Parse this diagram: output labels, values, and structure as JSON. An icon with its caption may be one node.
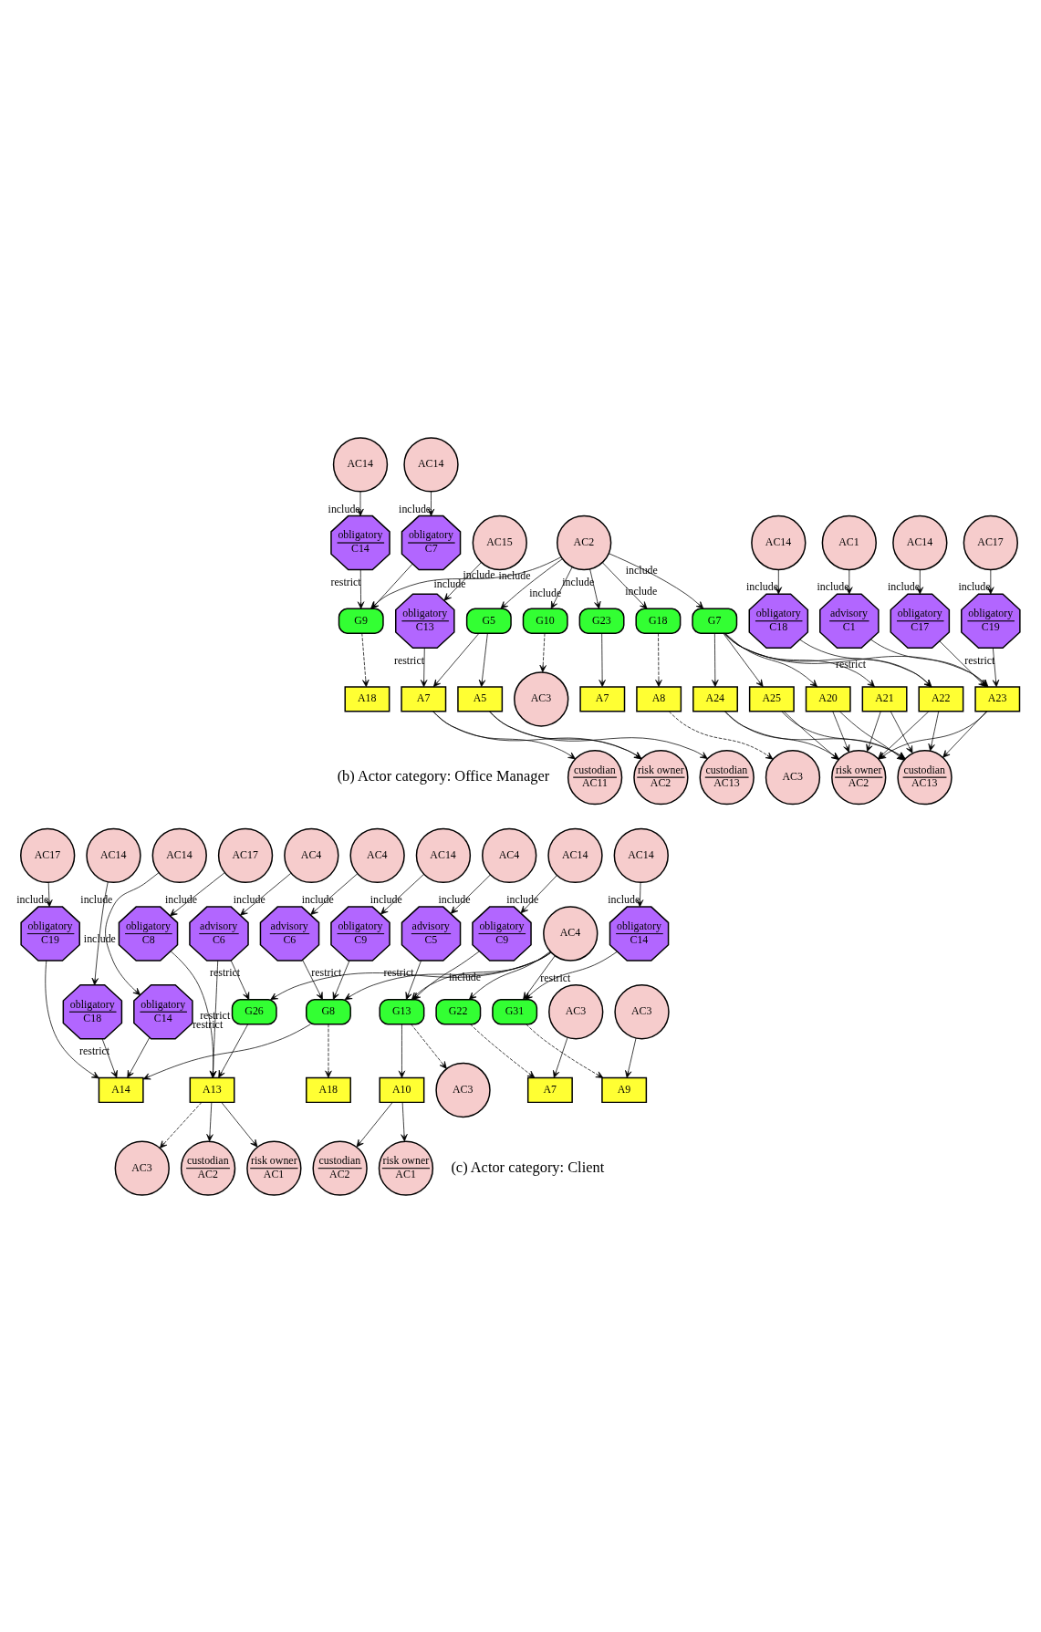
{
  "diagram": {
    "nodes": [
      {
        "text": [
          "AC1"
        ]
      },
      {
        "text": [
          "advisory",
          "C1"
        ]
      },
      {
        "text": [
          "AC17"
        ]
      },
      {
        "text": [
          "obligatory",
          "C19"
        ]
      },
      {
        "text": [
          "AC14"
        ]
      },
      {
        "text": [
          "obligatory",
          "C17"
        ]
      },
      {
        "text": [
          "custodian",
          "AC13"
        ]
      },
      {
        "text": [
          "risk owner",
          "AC2"
        ]
      },
      {
        "text": [
          "AC14"
        ]
      },
      {
        "text": [
          "obligatory",
          "C18"
        ]
      },
      {
        "text": [
          "A23"
        ]
      },
      {
        "text": [
          "A24"
        ]
      },
      {
        "text": [
          "A25"
        ]
      },
      {
        "text": [
          "A20"
        ]
      },
      {
        "text": [
          "A21"
        ]
      },
      {
        "text": [
          "A22"
        ]
      },
      {
        "text": [
          "G7"
        ]
      },
      {
        "text": [
          "AC3"
        ]
      },
      {
        "text": [
          "G10"
        ]
      },
      {
        "text": [
          "AC2"
        ]
      },
      {
        "text": [
          "G5"
        ]
      },
      {
        "text": [
          "A5"
        ]
      },
      {
        "text": [
          "custodian",
          "AC13"
        ]
      },
      {
        "text": [
          "risk owner",
          "AC2"
        ]
      },
      {
        "text": [
          "A7"
        ]
      },
      {
        "text": [
          "G23"
        ]
      },
      {
        "text": [
          "AC3"
        ]
      },
      {
        "text": [
          "A8"
        ]
      },
      {
        "text": [
          "G18"
        ]
      },
      {
        "text": [
          "A7"
        ]
      },
      {
        "text": [
          "custodian",
          "AC11"
        ]
      },
      {
        "text": [
          "AC14"
        ]
      },
      {
        "text": [
          "obligatory",
          "C14"
        ]
      },
      {
        "text": [
          "G9"
        ]
      },
      {
        "text": [
          "A18"
        ]
      },
      {
        "text": [
          "AC14"
        ]
      },
      {
        "text": [
          "obligatory",
          "C7"
        ]
      },
      {
        "text": [
          "obligatory",
          "C13"
        ]
      },
      {
        "text": [
          "AC15"
        ]
      },
      {
        "text": [
          "AC14"
        ]
      },
      {
        "text": [
          "AC14"
        ]
      },
      {
        "text": [
          "AC17"
        ]
      },
      {
        "text": [
          "AC14"
        ]
      },
      {
        "text": [
          "AC4"
        ]
      },
      {
        "text": [
          "obligatory",
          "C14"
        ]
      },
      {
        "text": [
          "obligatory",
          "C18"
        ]
      },
      {
        "text": [
          "obligatory",
          "C19"
        ]
      },
      {
        "text": [
          "obligatory",
          "C9"
        ]
      },
      {
        "text": [
          "advisory",
          "C6"
        ]
      },
      {
        "text": [
          "AC17"
        ]
      },
      {
        "text": [
          "AC4"
        ]
      },
      {
        "text": [
          "A14"
        ]
      },
      {
        "text": [
          "A18"
        ]
      },
      {
        "text": [
          "obligatory",
          "C14"
        ]
      },
      {
        "text": [
          "AC14"
        ]
      },
      {
        "text": [
          "AC3"
        ]
      },
      {
        "text": [
          "obligatory",
          "C8"
        ]
      },
      {
        "text": [
          "advisory",
          "C6"
        ]
      },
      {
        "text": [
          "G8"
        ]
      },
      {
        "text": [
          "G31"
        ]
      },
      {
        "text": [
          "A9"
        ]
      },
      {
        "text": [
          "AC3"
        ]
      },
      {
        "text": [
          "A13"
        ]
      },
      {
        "text": [
          "G26"
        ]
      },
      {
        "text": [
          "AC4"
        ]
      },
      {
        "text": [
          "G22"
        ]
      },
      {
        "text": [
          "A7"
        ]
      },
      {
        "text": [
          "AC3"
        ]
      },
      {
        "text": [
          "custodian",
          "AC2"
        ]
      },
      {
        "text": [
          "risk owner",
          "AC1"
        ]
      },
      {
        "text": [
          "AC3"
        ]
      },
      {
        "text": [
          "G13"
        ]
      },
      {
        "text": [
          "advisory",
          "C5"
        ]
      },
      {
        "text": [
          "AC4"
        ]
      },
      {
        "text": [
          "custodian",
          "AC2"
        ]
      },
      {
        "text": [
          "A10"
        ]
      },
      {
        "text": [
          "risk owner",
          "AC1"
        ]
      },
      {
        "text": [
          "obligatory",
          "C9"
        ]
      },
      {
        "text": [
          "AC14"
        ]
      }
    ],
    "edges": [
      {
        "from": 0,
        "to": 1,
        "arrow": "to",
        "label": "include"
      },
      {
        "from": 2,
        "to": 3,
        "arrow": "to",
        "label": "include"
      },
      {
        "from": 4,
        "to": 5,
        "arrow": "to",
        "label": "include"
      },
      {
        "from": 1,
        "to": 10,
        "arrow": "to"
      },
      {
        "from": 3,
        "to": 10,
        "arrow": "to",
        "label": "restrict"
      },
      {
        "from": 5,
        "to": 10,
        "arrow": "to"
      },
      {
        "from": 10,
        "to": 6,
        "arrow": "to"
      },
      {
        "from": 10,
        "to": 7,
        "arrow": "to"
      },
      {
        "from": 11,
        "to": 6,
        "arrow": "to"
      },
      {
        "from": 11,
        "to": 7,
        "arrow": "to"
      },
      {
        "from": 12,
        "to": 6,
        "arrow": "to"
      },
      {
        "from": 12,
        "to": 7,
        "arrow": "to"
      },
      {
        "from": 13,
        "to": 6,
        "arrow": "to"
      },
      {
        "from": 13,
        "to": 7,
        "arrow": "to"
      },
      {
        "from": 14,
        "to": 6,
        "arrow": "to"
      },
      {
        "from": 14,
        "to": 7,
        "arrow": "to"
      },
      {
        "from": 15,
        "to": 6,
        "arrow": "to"
      },
      {
        "from": 15,
        "to": 7,
        "arrow": "to"
      },
      {
        "from": 8,
        "to": 9,
        "arrow": "to",
        "label": "include"
      },
      {
        "from": 9,
        "to": 15,
        "arrow": "to",
        "label": "restrict"
      },
      {
        "from": 16,
        "to": 10,
        "arrow": "to"
      },
      {
        "from": 16,
        "to": 11,
        "arrow": "to"
      },
      {
        "from": 16,
        "to": 12,
        "arrow": "to"
      },
      {
        "from": 16,
        "to": 13,
        "arrow": "to"
      },
      {
        "from": 16,
        "to": 14,
        "arrow": "to"
      },
      {
        "from": 16,
        "to": 15,
        "arrow": "to"
      },
      {
        "from": 19,
        "to": 16,
        "arrow": "to",
        "label": "include"
      },
      {
        "from": 19,
        "to": 18,
        "arrow": "to",
        "label": "include"
      },
      {
        "from": 18,
        "to": 17,
        "arrow": "to",
        "style": "dashed"
      },
      {
        "from": 19,
        "to": 25,
        "arrow": "to",
        "label": "include"
      },
      {
        "from": 25,
        "to": 24,
        "arrow": "to"
      },
      {
        "from": 19,
        "to": 28,
        "arrow": "to",
        "label": "include"
      },
      {
        "from": 28,
        "to": 27,
        "arrow": "to",
        "style": "dashed"
      },
      {
        "from": 27,
        "to": 26,
        "arrow": "to",
        "style": "dashed"
      },
      {
        "from": 19,
        "to": 20,
        "arrow": "to",
        "label": "include"
      },
      {
        "from": 20,
        "to": 21,
        "arrow": "to"
      },
      {
        "from": 20,
        "to": 29,
        "arrow": "to"
      },
      {
        "from": 21,
        "to": 22,
        "arrow": "to"
      },
      {
        "from": 21,
        "to": 23,
        "arrow": "to"
      },
      {
        "from": 29,
        "to": 23,
        "arrow": "to"
      },
      {
        "from": 29,
        "to": 30,
        "arrow": "to"
      },
      {
        "from": 37,
        "to": 29,
        "arrow": "to",
        "label": "restrict"
      },
      {
        "from": 38,
        "to": 37,
        "arrow": "to",
        "label": "include"
      },
      {
        "from": 19,
        "to": 33,
        "arrow": "to",
        "label": "include"
      },
      {
        "from": 31,
        "to": 32,
        "arrow": "to",
        "label": "include"
      },
      {
        "from": 35,
        "to": 36,
        "arrow": "to",
        "label": "include"
      },
      {
        "from": 32,
        "to": 33,
        "arrow": "to",
        "label": "restrict"
      },
      {
        "from": 36,
        "to": 33,
        "arrow": "to"
      },
      {
        "from": 33,
        "to": 34,
        "arrow": "to",
        "style": "dashed"
      },
      {
        "from": 39,
        "to": 44,
        "arrow": "to",
        "label": "include"
      },
      {
        "from": 40,
        "to": 45,
        "arrow": "to",
        "label": "include"
      },
      {
        "from": 41,
        "to": 46,
        "arrow": "to",
        "label": "include"
      },
      {
        "from": 42,
        "to": 47,
        "arrow": "to",
        "label": "include"
      },
      {
        "from": 43,
        "to": 48,
        "arrow": "to",
        "label": "include"
      },
      {
        "from": 44,
        "to": 51,
        "arrow": "to"
      },
      {
        "from": 45,
        "to": 51,
        "arrow": "to",
        "label": "restrict"
      },
      {
        "from": 46,
        "to": 51,
        "arrow": "to"
      },
      {
        "from": 47,
        "to": 58,
        "arrow": "to",
        "label": "restrict"
      },
      {
        "from": 48,
        "to": 58,
        "arrow": "to"
      },
      {
        "from": 58,
        "to": 51,
        "arrow": "to"
      },
      {
        "from": 58,
        "to": 52,
        "arrow": "to",
        "style": "dashed"
      },
      {
        "from": 54,
        "to": 53,
        "arrow": "to",
        "label": "include"
      },
      {
        "from": 53,
        "to": 59,
        "arrow": "to",
        "label": "restrict"
      },
      {
        "from": 49,
        "to": 56,
        "arrow": "to",
        "label": "include"
      },
      {
        "from": 50,
        "to": 57,
        "arrow": "to",
        "label": "include"
      },
      {
        "from": 56,
        "to": 62,
        "arrow": "to",
        "label": "restrict"
      },
      {
        "from": 57,
        "to": 62,
        "arrow": "to",
        "label": "restrict"
      },
      {
        "from": 57,
        "to": 63,
        "arrow": "to",
        "label": "restrict"
      },
      {
        "from": 62,
        "to": 55,
        "arrow": "to",
        "style": "dashed"
      },
      {
        "from": 64,
        "to": 58,
        "arrow": "to"
      },
      {
        "from": 64,
        "to": 59,
        "arrow": "to"
      },
      {
        "from": 64,
        "to": 63,
        "arrow": "to"
      },
      {
        "from": 64,
        "to": 65,
        "arrow": "to"
      },
      {
        "from": 63,
        "to": 62,
        "arrow": "to"
      },
      {
        "from": 59,
        "to": 60,
        "arrow": "to",
        "style": "dashed"
      },
      {
        "from": 61,
        "to": 60,
        "arrow": "to"
      },
      {
        "from": 65,
        "to": 66,
        "arrow": "to",
        "style": "dashed"
      },
      {
        "from": 67,
        "to": 66,
        "arrow": "to"
      },
      {
        "from": 62,
        "to": 68,
        "arrow": "to"
      },
      {
        "from": 62,
        "to": 69,
        "arrow": "to"
      },
      {
        "from": 64,
        "to": 71,
        "arrow": "to",
        "label": "include"
      },
      {
        "from": 71,
        "to": 70,
        "arrow": "to",
        "style": "dashed"
      },
      {
        "from": 72,
        "to": 71,
        "arrow": "to",
        "label": "restrict"
      },
      {
        "from": 77,
        "to": 71,
        "arrow": "to"
      },
      {
        "from": 73,
        "to": 72,
        "arrow": "to",
        "label": "include"
      },
      {
        "from": 78,
        "to": 77,
        "arrow": "to",
        "label": "include"
      },
      {
        "from": 71,
        "to": 75,
        "arrow": "to"
      },
      {
        "from": 75,
        "to": 74,
        "arrow": "to"
      },
      {
        "from": 75,
        "to": 76,
        "arrow": "to"
      }
    ],
    "labels": [
      "(b) Actor category: Office Manager",
      "(c) Actor category: Client"
    ]
  }
}
